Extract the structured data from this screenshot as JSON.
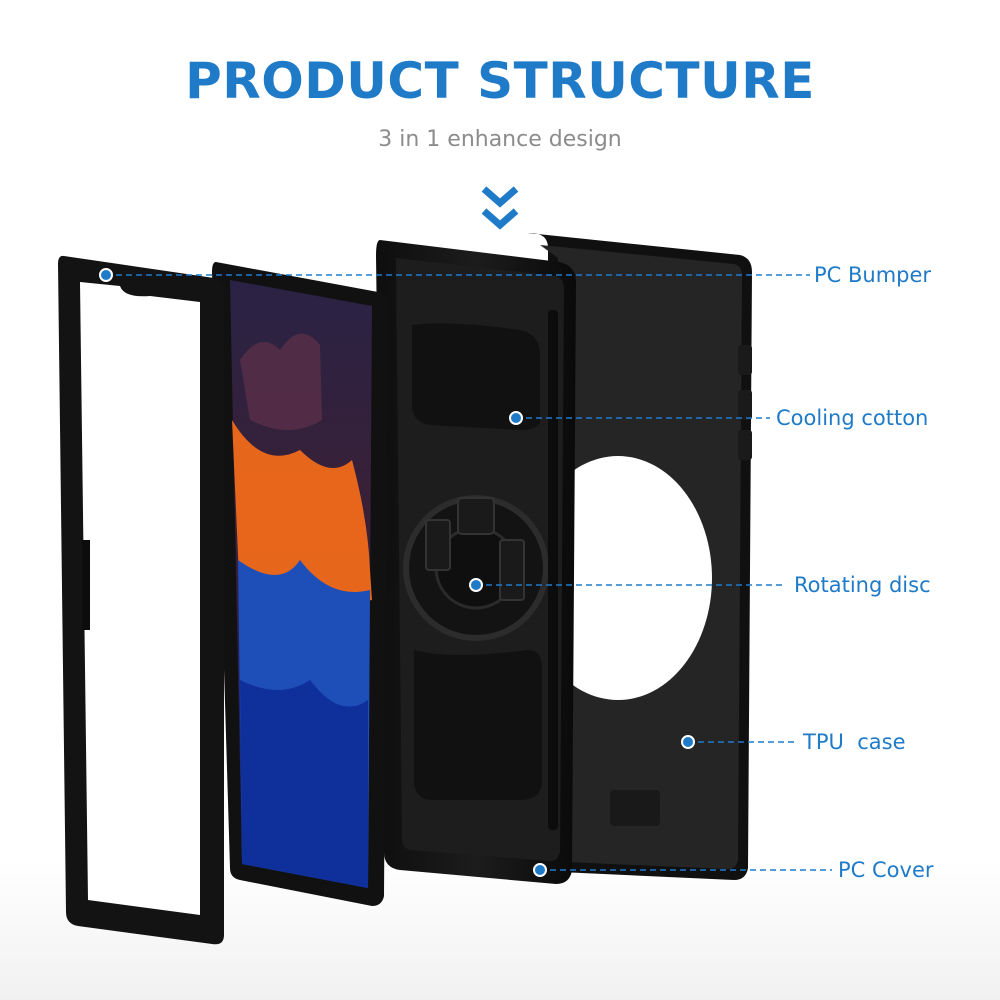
{
  "header": {
    "title": "PRODUCT STRUCTURE",
    "subtitle": "3 in 1 enhance design"
  },
  "callouts": [
    {
      "id": "pc-bumper",
      "label": "PC Bumper"
    },
    {
      "id": "cooling-cotton",
      "label": "Cooling cotton"
    },
    {
      "id": "rotating-disc",
      "label": "Rotating disc"
    },
    {
      "id": "tpu-case",
      "label": "TPU  case"
    },
    {
      "id": "pc-cover",
      "label": "PC Cover"
    }
  ],
  "icons": {
    "down-arrow": "chevron-double-down-icon",
    "marker": "callout-dot-icon"
  },
  "colors": {
    "accent": "#1f7bc8",
    "subtitle": "#8c8c8c",
    "case_black": "#141414",
    "screen_blue": "#1e4fb8",
    "screen_orange": "#f06a1a"
  }
}
